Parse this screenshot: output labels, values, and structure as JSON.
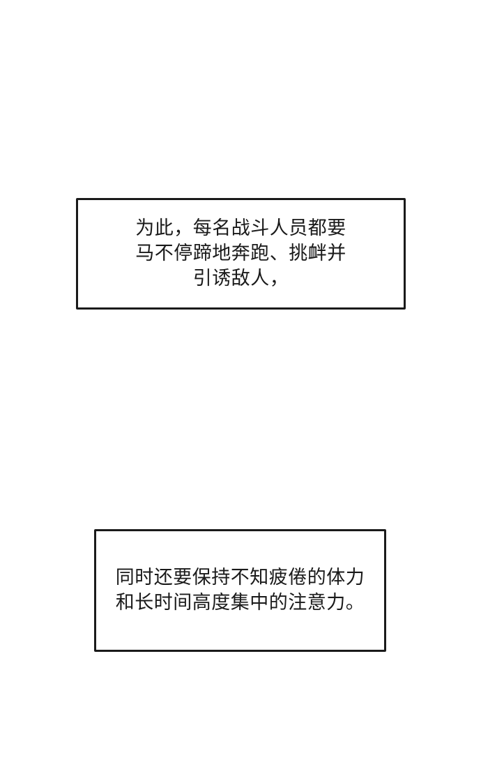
{
  "panel_1": {
    "lines": [
      "为此，每名战斗人员都要",
      "马不停蹄地奔跑、挑衅并",
      "引诱敌人，"
    ]
  },
  "panel_2": {
    "lines": [
      "同时还要保持不知疲倦的体力",
      "和长时间高度集中的注意力。"
    ]
  }
}
